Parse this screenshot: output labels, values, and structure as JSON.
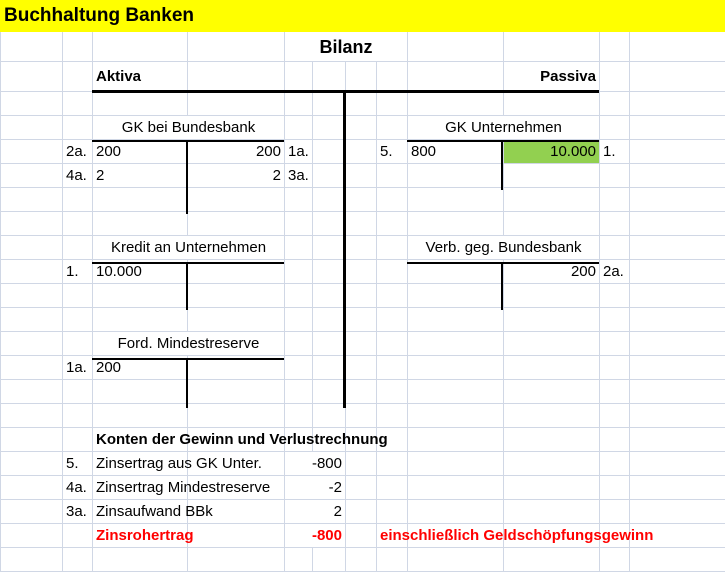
{
  "title": "Buchhaltung Banken",
  "bilanz": {
    "title": "Bilanz",
    "aktiva": "Aktiva",
    "passiva": "Passiva"
  },
  "accounts": {
    "gk_bundesbank": {
      "name": "GK bei Bundesbank",
      "rows": [
        {
          "l_ref": "2a.",
          "l_val": "200",
          "r_val": "200",
          "r_ref": "1a."
        },
        {
          "l_ref": "4a.",
          "l_val": "2",
          "r_val": "2",
          "r_ref": "3a."
        }
      ]
    },
    "gk_unternehmen": {
      "name": "GK Unternehmen",
      "l_ref": "5.",
      "l_val": "800",
      "r_val": "10.000",
      "r_ref": "1."
    },
    "kredit": {
      "name": "Kredit an Unternehmen",
      "l_ref": "1.",
      "l_val": "10.000"
    },
    "verb_bbk": {
      "name": "Verb. geg. Bundesbank",
      "r_val": "200",
      "r_ref": "2a."
    },
    "ford_mr": {
      "name": "Ford. Mindestreserve",
      "l_ref": "1a.",
      "l_val": "200"
    }
  },
  "guv": {
    "title": "Konten der Gewinn und Verlustrechnung",
    "rows": [
      {
        "ref": "5.",
        "label": "Zinsertrag aus GK Unter.",
        "value": "-800"
      },
      {
        "ref": "4a.",
        "label": "Zinsertrag Mindestreserve",
        "value": "-2"
      },
      {
        "ref": "3a.",
        "label": "Zinsaufwand BBk",
        "value": "2"
      }
    ],
    "total": {
      "label": "Zinsrohertrag",
      "value": "-800",
      "note": "einschließlich Geldschöpfungsgewinn"
    }
  },
  "colors": {
    "title_bg": "#ffff00",
    "highlight": "#92d050",
    "emphasis": "#ff0000"
  }
}
